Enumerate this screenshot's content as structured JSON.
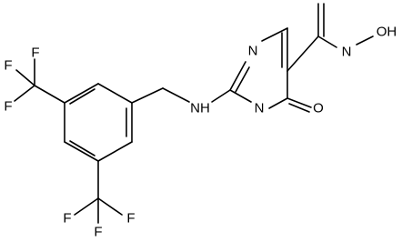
{
  "molecule": {
    "atoms": {
      "n1": "N",
      "n3": "N",
      "nh_amine": "NH",
      "nh_amide": "N",
      "oh": "OH",
      "o_ring": "O",
      "f_a1": "F",
      "f_a2": "F",
      "f_a3": "F",
      "f_b1": "F",
      "f_b2": "F",
      "f_b3": "F"
    }
  }
}
